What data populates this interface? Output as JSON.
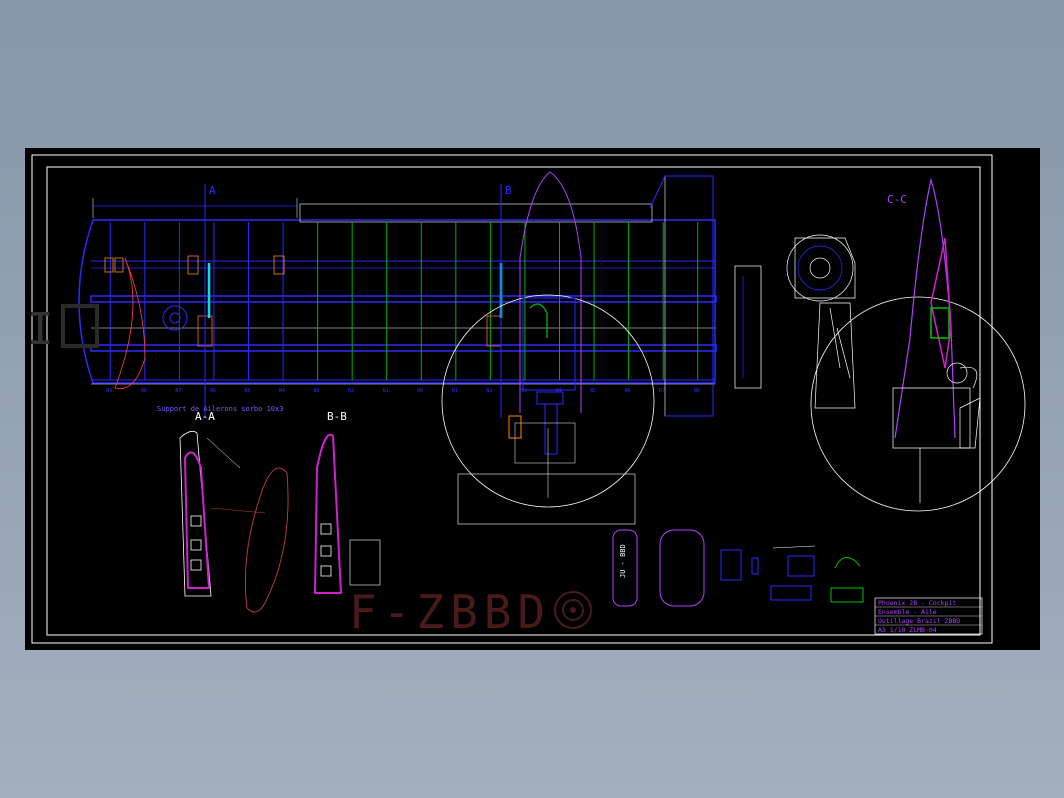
{
  "drawing": {
    "section_a": "A",
    "section_b": "B",
    "section_aa_title": "A-A",
    "section_bb_title": "B-B",
    "section_cc_title": "C-C",
    "aileron_note": "Support de Ailerons sorbo 10x3",
    "registration": "F-ZBBD",
    "template_label": "JU - BBD",
    "rib_labels": [
      "N9",
      "N8",
      "N7",
      "N6",
      "N5",
      "N4",
      "N3",
      "N2",
      "N1",
      "N0",
      "N1",
      "N2",
      "N3",
      "N4",
      "N5",
      "N6",
      "N7",
      "N8"
    ]
  },
  "title_block": {
    "line1": "Phoenix 2B - Cockpit",
    "line2": "Ensemble - Aile",
    "line3": "Outillage Brazil ZBBD",
    "line4": "A3   1/10   ZLMB-04"
  },
  "colors": {
    "background": "#000000",
    "frame": "#ffffff",
    "structure": "#2a2aff",
    "ribs": "#00b000",
    "outline": "#b040ff",
    "section_fill": "#d020d0",
    "highlight": "#00e0ff",
    "registration": "#4a1a1a"
  }
}
